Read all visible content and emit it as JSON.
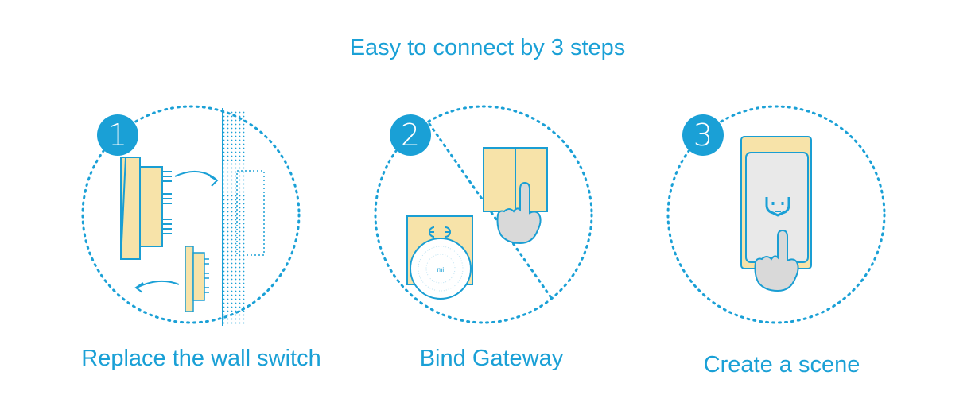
{
  "title": "Easy to connect by 3 steps",
  "steps": [
    {
      "number": "1",
      "caption": "Replace the wall switch"
    },
    {
      "number": "2",
      "caption": "Bind Gateway"
    },
    {
      "number": "3",
      "caption": "Create a scene"
    }
  ],
  "gateway_logo_text": "mi",
  "colors": {
    "accent": "#1aa0d6",
    "panel": "#f7e3a9",
    "panel_stroke": "#1a9ed3",
    "hand": "#d9d9d9"
  },
  "icons": [
    "switch-panel-icon",
    "wall-icon",
    "arrow-icon",
    "gateway-icon",
    "socket-icon",
    "hand-icon",
    "phone-icon",
    "mi-home-logo-icon"
  ]
}
